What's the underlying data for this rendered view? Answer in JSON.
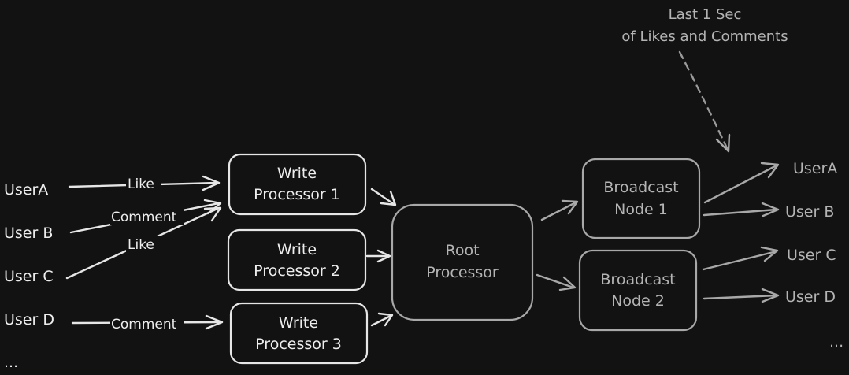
{
  "users_in": [
    "UserA",
    "User B",
    "User C",
    "User D",
    "..."
  ],
  "edge_labels": {
    "a": "Like",
    "b": "Comment",
    "c": "Like",
    "d": "Comment"
  },
  "write_processors": [
    {
      "line1": "Write",
      "line2": "Processor 1"
    },
    {
      "line1": "Write",
      "line2": "Processor 2"
    },
    {
      "line1": "Write",
      "line2": "Processor 3"
    }
  ],
  "root": {
    "line1": "Root",
    "line2": "Processor"
  },
  "broadcast_nodes": [
    {
      "line1": "Broadcast",
      "line2": "Node 1"
    },
    {
      "line1": "Broadcast",
      "line2": "Node 2"
    }
  ],
  "users_out": [
    "UserA",
    "User B",
    "User C",
    "User D",
    "..."
  ],
  "note": {
    "line1": "Last 1 Sec",
    "line2": "of Likes and Comments"
  },
  "colors": {
    "background": "#121212",
    "primary": "#e6e6e6",
    "secondary": "#a8a8a8"
  }
}
